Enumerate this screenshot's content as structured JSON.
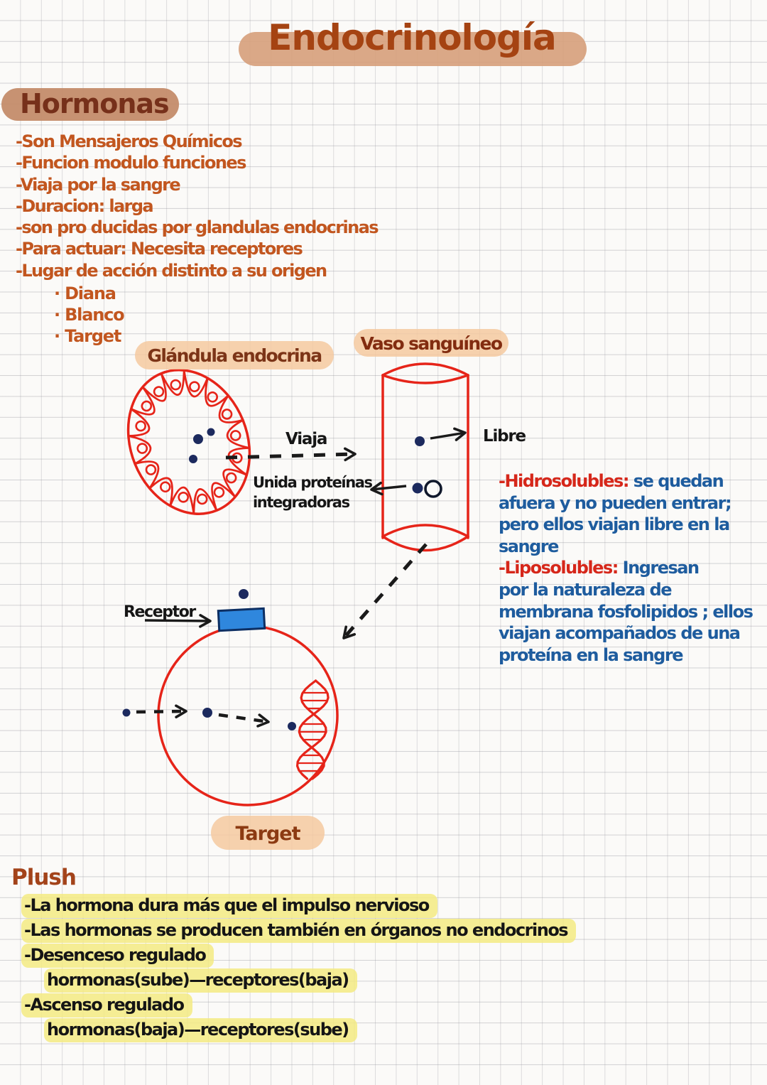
{
  "title": "Endocrinología",
  "hormonas": {
    "heading": "Hormonas",
    "bullets": [
      "-Son Mensajeros Químicos",
      "-Funcion modulo funciones",
      "-Viaja por la sangre",
      "-Duracion: larga",
      "-son pro ducidas por glandulas endocrinas",
      "-Para actuar: Necesita receptores",
      "-Lugar de acción distinto a su origen"
    ],
    "sub_bullets": [
      "· Diana",
      "· Blanco",
      "· Target"
    ]
  },
  "diagram": {
    "gland_label": "Glándula endocrina",
    "vessel_label": "Vaso sanguíneo",
    "viaja_label": "Viaja",
    "libre_label": "Libre",
    "unida_line1": "Unida proteínas",
    "unida_line2": "integradoras",
    "receptor_label": "Receptor",
    "target_label": "Target"
  },
  "solubility": {
    "hidro_keyword": "-Hidrosolubles:",
    "hidro_text": " se quedan\nafuera y no pueden entrar;\npero ellos viajan libre en la\nsangre",
    "lipo_keyword": "-Liposolubles:",
    "lipo_text": " Ingresan\npor la naturaleza de\nmembrana fosfolipidos ; ellos\nviajan acompañados de una\nproteína en la sangre"
  },
  "plush": {
    "heading": "Plush",
    "lines": [
      "-La hormona dura más que el impulso nervioso",
      "-Las hormonas se producen también en órganos no endocrinos",
      "-Desenceso regulado",
      "hormonas(sube)—receptores(baja)",
      "-Ascenso regulado",
      "hormonas(baja)—receptores(sube)"
    ]
  },
  "colors": {
    "title_text": "#a54312",
    "heading_text": "#76301a",
    "orange_text": "#c2561f",
    "blue_text": "#1e5c9e",
    "red_keyword": "#d6271a",
    "black_text": "#161616",
    "red_shape": "#e62419",
    "navy_dot": "#1c2a5e",
    "receptor_fill": "#2f87dd",
    "tan_highlight": "#d69f7a",
    "peach_highlight": "#f5c9a0",
    "yellow_highlight": "#f3ea82"
  }
}
